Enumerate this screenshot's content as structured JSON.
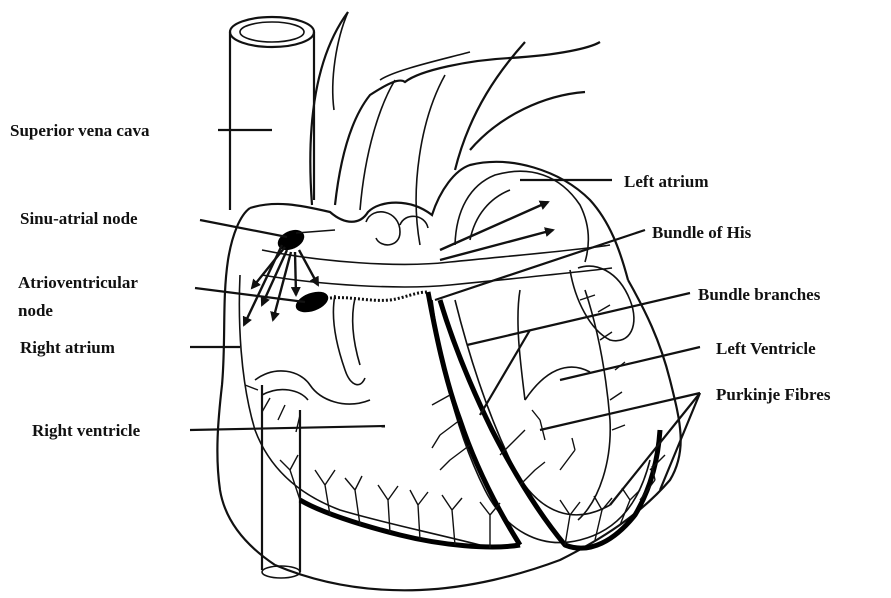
{
  "labels": {
    "superior_vena_cava": "Superior vena cava",
    "sinu_atrial_node": "Sinu-atrial node",
    "atrioventricular_node_line1": "Atrioventricular",
    "atrioventricular_node_line2": "node",
    "right_atrium": "Right atrium",
    "right_ventricle": "Right ventricle",
    "left_atrium": "Left atrium",
    "bundle_of_his": "Bundle of His",
    "bundle_branches": "Bundle branches",
    "left_ventricle": "Left Ventricle",
    "purkinje_fibres": "Purkinje Fibres"
  }
}
